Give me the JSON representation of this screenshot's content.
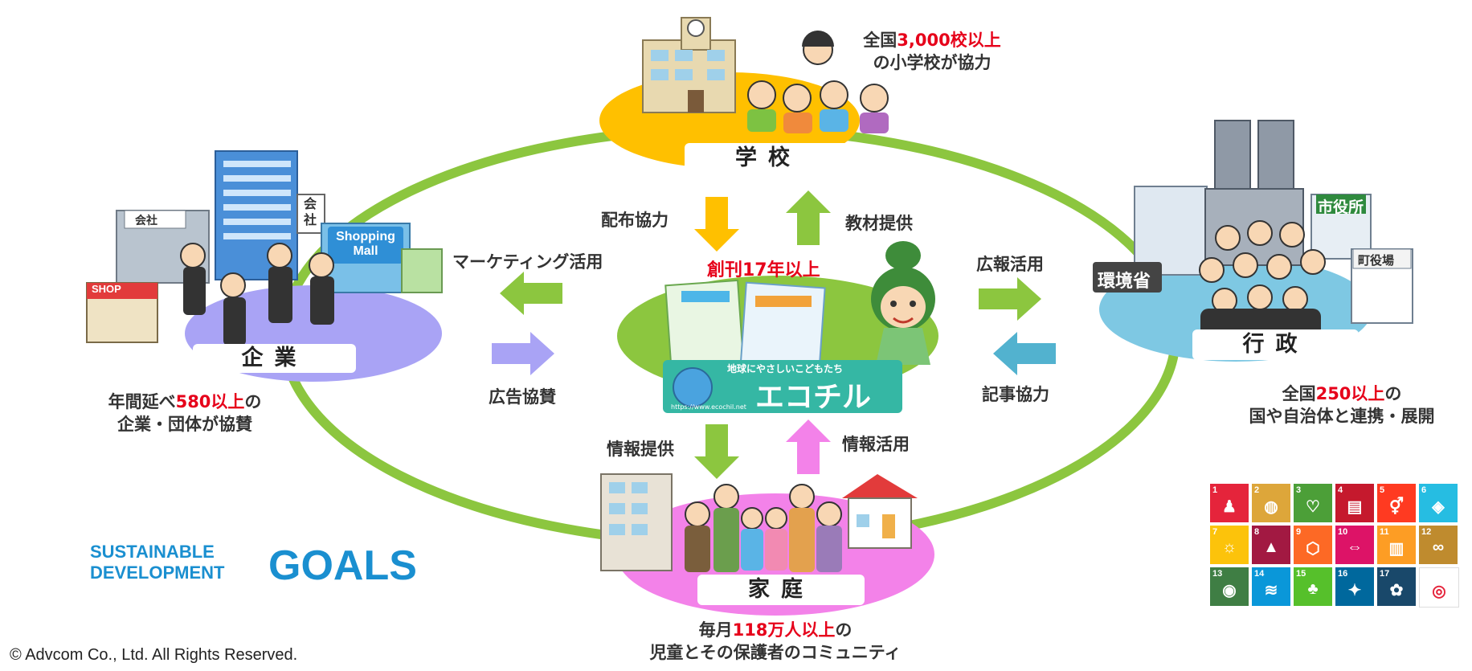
{
  "nodes": {
    "school": {
      "label": "学校",
      "stat_prefix": "全国",
      "stat_highlight": "3,000校以上",
      "stat_line2": "の小学校が協力"
    },
    "company": {
      "label": "企業",
      "stat_prefix": "年間延べ",
      "stat_highlight": "580以上",
      "stat_suffix": "の",
      "stat_line2": "企業・団体が協賛"
    },
    "government": {
      "label": "行政",
      "stat_prefix": "全国",
      "stat_highlight": "250以上",
      "stat_suffix": "の",
      "stat_line2": "国や自治体と連携・展開"
    },
    "family": {
      "label": "家庭",
      "stat_prefix": "毎月",
      "stat_highlight": "118万人以上",
      "stat_suffix": "の",
      "stat_line2": "児童とその保護者のコミュニティ"
    },
    "center": {
      "headline": "創刊17年以上",
      "logo_text": "エコチル",
      "logo_sub": "地球にやさしいこどもたち",
      "logo_url": "https://www.ecochil.net"
    }
  },
  "arrows": {
    "distribution": "配布協力",
    "materials": "教材提供",
    "marketing": "マーケティング活用",
    "sponsorship": "広告協賛",
    "pr": "広報活用",
    "articles": "記事協力",
    "info_provide": "情報提供",
    "info_use": "情報活用"
  },
  "illustrations": {
    "shop_sign": "SHOP",
    "mall_sign_1": "Shopping",
    "mall_sign_2": "Mall",
    "company_sign": "会社",
    "company_sign_vertical_1": "会",
    "company_sign_vertical_2": "社",
    "env_ministry": "環境省",
    "city_hall": "市役所",
    "town_hall": "町役場"
  },
  "sdgs": {
    "logo_line1": "SUSTAINABLE",
    "logo_line2": "DEVELOPMENT",
    "logo_goals": "GOALS",
    "tiles": [
      {
        "n": "1",
        "color": "#e5243b",
        "icon": "♟"
      },
      {
        "n": "2",
        "color": "#dda63a",
        "icon": "◍"
      },
      {
        "n": "3",
        "color": "#4c9f38",
        "icon": "♡"
      },
      {
        "n": "4",
        "color": "#c5192d",
        "icon": "▤"
      },
      {
        "n": "5",
        "color": "#ff3a21",
        "icon": "⚥"
      },
      {
        "n": "6",
        "color": "#26bde2",
        "icon": "◈"
      },
      {
        "n": "7",
        "color": "#fcc30b",
        "icon": "☼"
      },
      {
        "n": "8",
        "color": "#a21942",
        "icon": "▲"
      },
      {
        "n": "9",
        "color": "#fd6925",
        "icon": "⬡"
      },
      {
        "n": "10",
        "color": "#dd1367",
        "icon": "⇔"
      },
      {
        "n": "11",
        "color": "#fd9d24",
        "icon": "▥"
      },
      {
        "n": "12",
        "color": "#bf8b2e",
        "icon": "∞"
      },
      {
        "n": "13",
        "color": "#3f7e44",
        "icon": "◉"
      },
      {
        "n": "14",
        "color": "#0a97d9",
        "icon": "≋"
      },
      {
        "n": "15",
        "color": "#56c02b",
        "icon": "♣"
      },
      {
        "n": "16",
        "color": "#00689d",
        "icon": "✦"
      },
      {
        "n": "17",
        "color": "#19486a",
        "icon": "✿"
      },
      {
        "n": "",
        "color": "#ffffff",
        "icon": "◎"
      }
    ]
  },
  "footer": {
    "copyright": "© Advcom Co., Ltd. All Rights Reserved."
  },
  "colors": {
    "ring": "#8cc63f",
    "school": "#ffc000",
    "company": "#a9a3f5",
    "government": "#7ec8e3",
    "family": "#f382e9",
    "center": "#8cc63f"
  }
}
